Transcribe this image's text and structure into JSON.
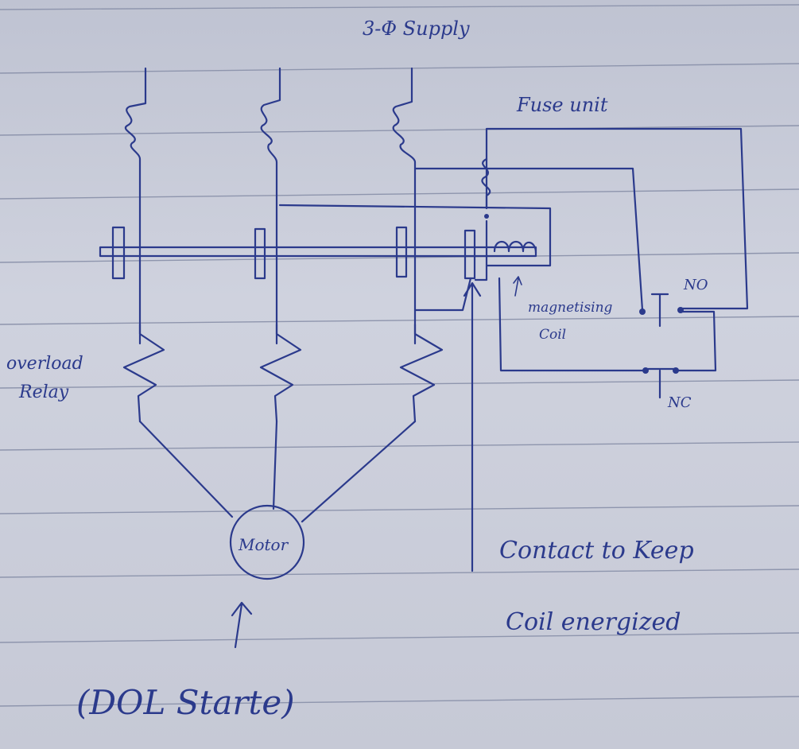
{
  "labels": {
    "supply": "3-Φ Supply",
    "fuse_unit": "Fuse unit",
    "overload_relay_line1": "overload",
    "overload_relay_line2": "Relay",
    "magnetising_coil_line1": "magnetising",
    "magnetising_coil_line2": "Coil",
    "no_button": "NO",
    "nc_button": "NC",
    "motor": "Motor",
    "contact_note_line1": "Contact to Keep",
    "contact_note_line2": "Coil energized",
    "starter_caption": "(DOL Starte)"
  }
}
